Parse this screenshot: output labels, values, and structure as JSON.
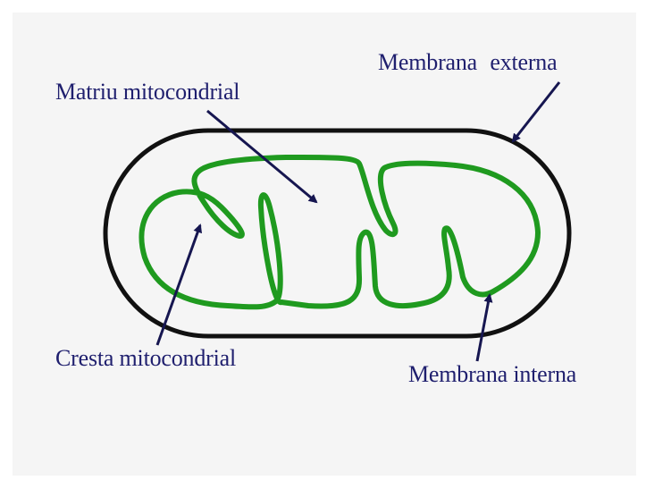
{
  "diagram": {
    "labels": {
      "matrix": "Matriu mitocondrial",
      "outer_membrane": "Membrana  externa",
      "crista": "Cresta mitocondrial",
      "inner_membrane": "Membrana interna"
    },
    "colors": {
      "background": "#f5f5f5",
      "outer_membrane": "#111111",
      "inner_membrane": "#1f9a1f",
      "arrows": "#161650",
      "label_text": "#1f1f6e"
    }
  }
}
